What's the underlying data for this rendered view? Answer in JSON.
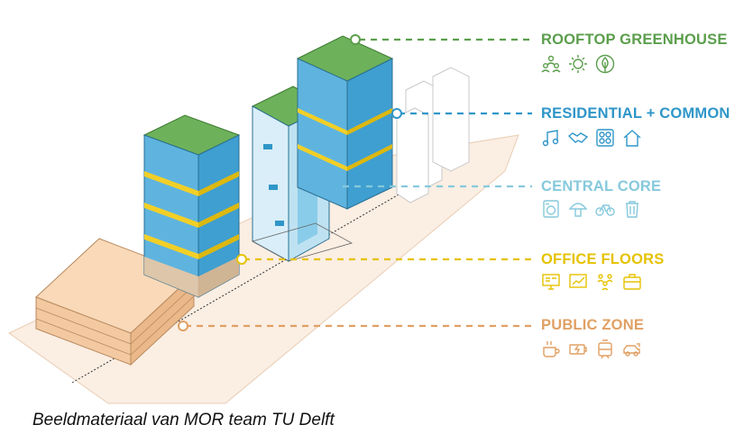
{
  "colors": {
    "greenhouse": "#5b9e4c",
    "residential": "#2f96c8",
    "core": "#86c9dc",
    "office": "#e6c200",
    "public": "#e0a064",
    "roof_green": "#6db25a",
    "facade_blue": "#5fb4df",
    "plinth": "#f3c9a1"
  },
  "levels": [
    {
      "label": "ROOFTOP GREENHOUSE",
      "color": "#5b9e4c",
      "icons": [
        "people-group-icon",
        "sun-icon",
        "leaf-icon"
      ]
    },
    {
      "label": "RESIDENTIAL + COMMON",
      "color": "#2f96c8",
      "icons": [
        "music-note-icon",
        "handshake-icon",
        "stove-icon",
        "house-icon"
      ]
    },
    {
      "label": "CENTRAL CORE",
      "color": "#86c9dc",
      "icons": [
        "washing-machine-icon",
        "mushroom-icon",
        "bicycle-icon",
        "trash-bin-icon"
      ]
    },
    {
      "label": "OFFICE FLOORS",
      "color": "#e6c200",
      "icons": [
        "computer-screen-icon",
        "chart-board-icon",
        "meeting-people-icon",
        "briefcase-icon"
      ]
    },
    {
      "label": "PUBLIC ZONE",
      "color": "#e0a064",
      "icons": [
        "coffee-cup-icon",
        "battery-icon",
        "tram-icon",
        "electric-car-icon"
      ]
    }
  ],
  "caption": "Beeldmateriaal van MOR team TU Delft"
}
